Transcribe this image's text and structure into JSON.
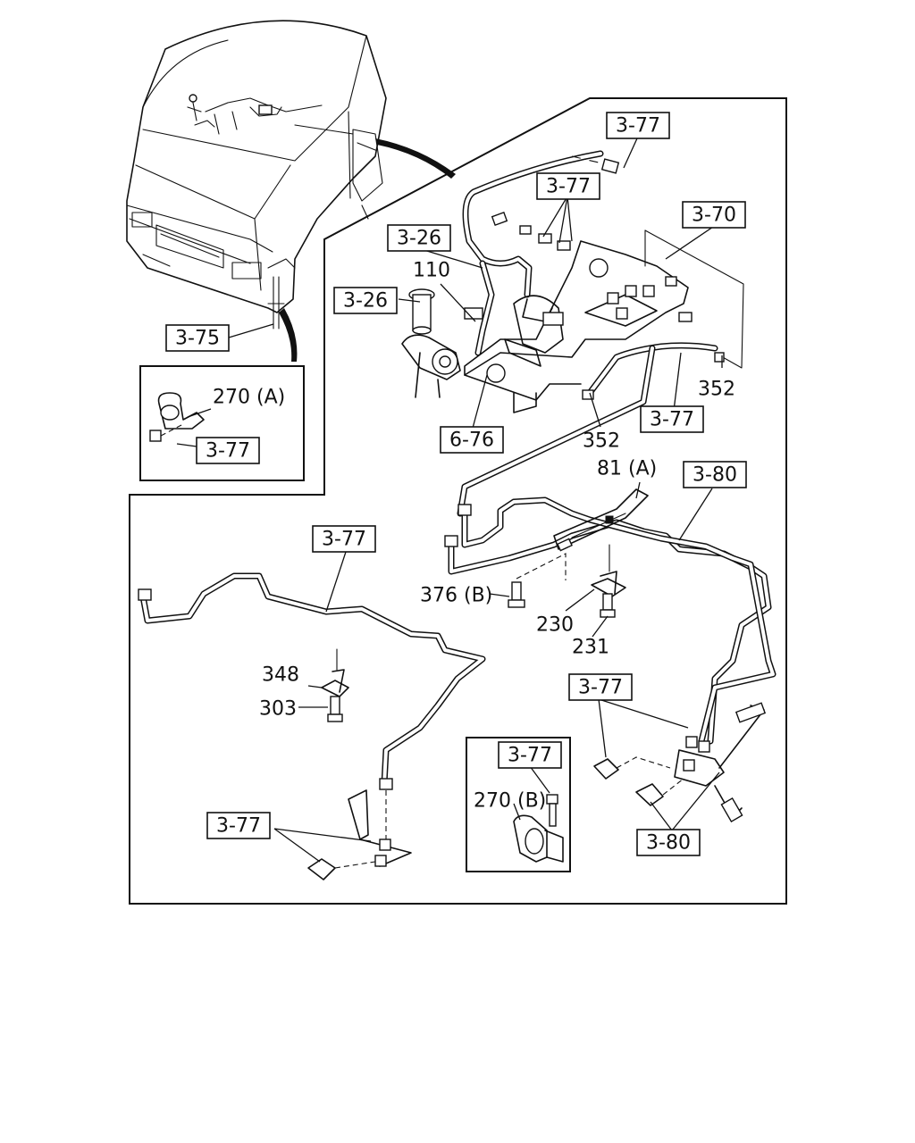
{
  "callouts": {
    "ref_3_77_top": "3-77",
    "ref_3_77_upper": "3-77",
    "ref_3_70": "3-70",
    "ref_3_26_a": "3-26",
    "ref_3_26_b": "3-26",
    "ref_3_75": "3-75",
    "ref_3_77_inset": "3-77",
    "ref_6_76": "6-76",
    "ref_3_77_right": "3-77",
    "ref_3_80_top": "3-80",
    "ref_3_77_left": "3-77",
    "ref_3_77_mid": "3-77",
    "ref_3_77_small_box": "3-77",
    "ref_3_77_bottom": "3-77",
    "ref_3_80_bottom": "3-80"
  },
  "part_numbers": {
    "p110": "110",
    "p270a": "270 (A)",
    "p352_right": "352",
    "p352_center": "352",
    "p81a": "81 (A)",
    "p376b": "376 (B)",
    "p230": "230",
    "p231": "231",
    "p348": "348",
    "p303": "303",
    "p270b": "270 (B)"
  }
}
